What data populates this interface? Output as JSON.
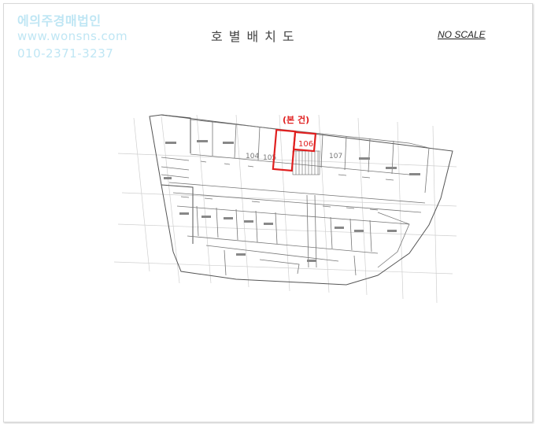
{
  "watermark": {
    "company": "에의주경매법인",
    "website": "www.wonsns.com",
    "phone": "010-2371-3237"
  },
  "title": "호별배치도",
  "scale_note": "NO SCALE",
  "plan": {
    "highlight_label": "(본 건)",
    "unit_a": "104",
    "unit_b": "105",
    "unit_c": "106",
    "unit_d": "107",
    "highlight_color": "#e02020"
  }
}
